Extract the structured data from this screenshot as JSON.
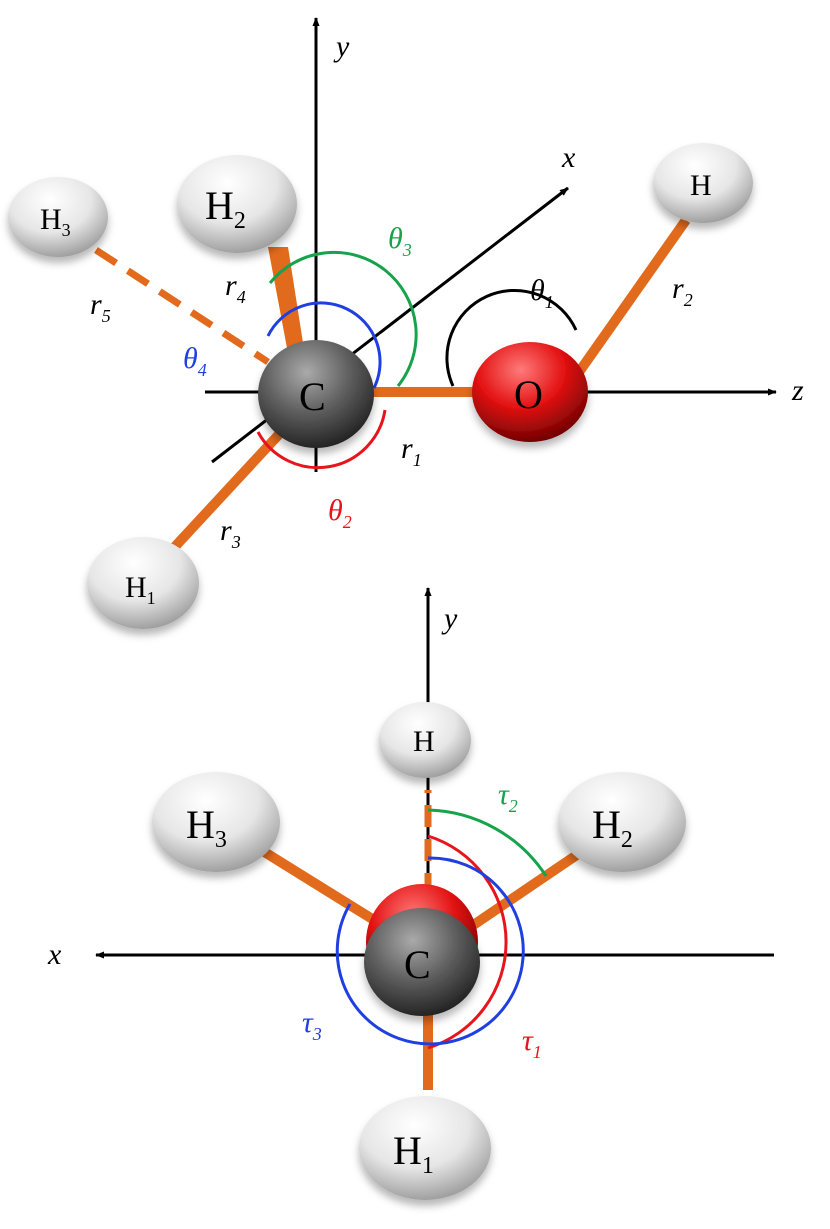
{
  "colors": {
    "bond": "#e26a1c",
    "axis": "#000000",
    "theta1": "#000000",
    "theta2": "#e8141b",
    "theta3": "#16a34a",
    "theta4": "#1f3fe0",
    "tau1": "#e8141b",
    "tau2": "#16a34a",
    "tau3": "#1f3fe0",
    "carbon": "#555555",
    "oxygen": "#e01010",
    "hydrogen": "#dcdcdc"
  },
  "top": {
    "axes": {
      "y": "y",
      "x": "x",
      "z": "z"
    },
    "atoms": {
      "c": "C",
      "o": "O",
      "h": "H",
      "h1": {
        "base": "H",
        "sub": "1"
      },
      "h2": {
        "base": "H",
        "sub": "2"
      },
      "h3": {
        "base": "H",
        "sub": "3"
      }
    },
    "bonds": {
      "r1": {
        "base": "r",
        "sub": "1"
      },
      "r2": {
        "base": "r",
        "sub": "2"
      },
      "r3": {
        "base": "r",
        "sub": "3"
      },
      "r4": {
        "base": "r",
        "sub": "4"
      },
      "r5": {
        "base": "r",
        "sub": "5"
      }
    },
    "angles": {
      "theta1": {
        "base": "θ",
        "sub": "1"
      },
      "theta2": {
        "base": "θ",
        "sub": "2"
      },
      "theta3": {
        "base": "θ",
        "sub": "3"
      },
      "theta4": {
        "base": "θ",
        "sub": "4"
      }
    }
  },
  "bottom": {
    "axes": {
      "y": "y",
      "x": "x"
    },
    "atoms": {
      "c": "C",
      "h": "H",
      "h1": {
        "base": "H",
        "sub": "1"
      },
      "h2": {
        "base": "H",
        "sub": "2"
      },
      "h3": {
        "base": "H",
        "sub": "3"
      }
    },
    "angles": {
      "tau1": {
        "base": "τ",
        "sub": "1"
      },
      "tau2": {
        "base": "τ",
        "sub": "2"
      },
      "tau3": {
        "base": "τ",
        "sub": "3"
      }
    }
  }
}
